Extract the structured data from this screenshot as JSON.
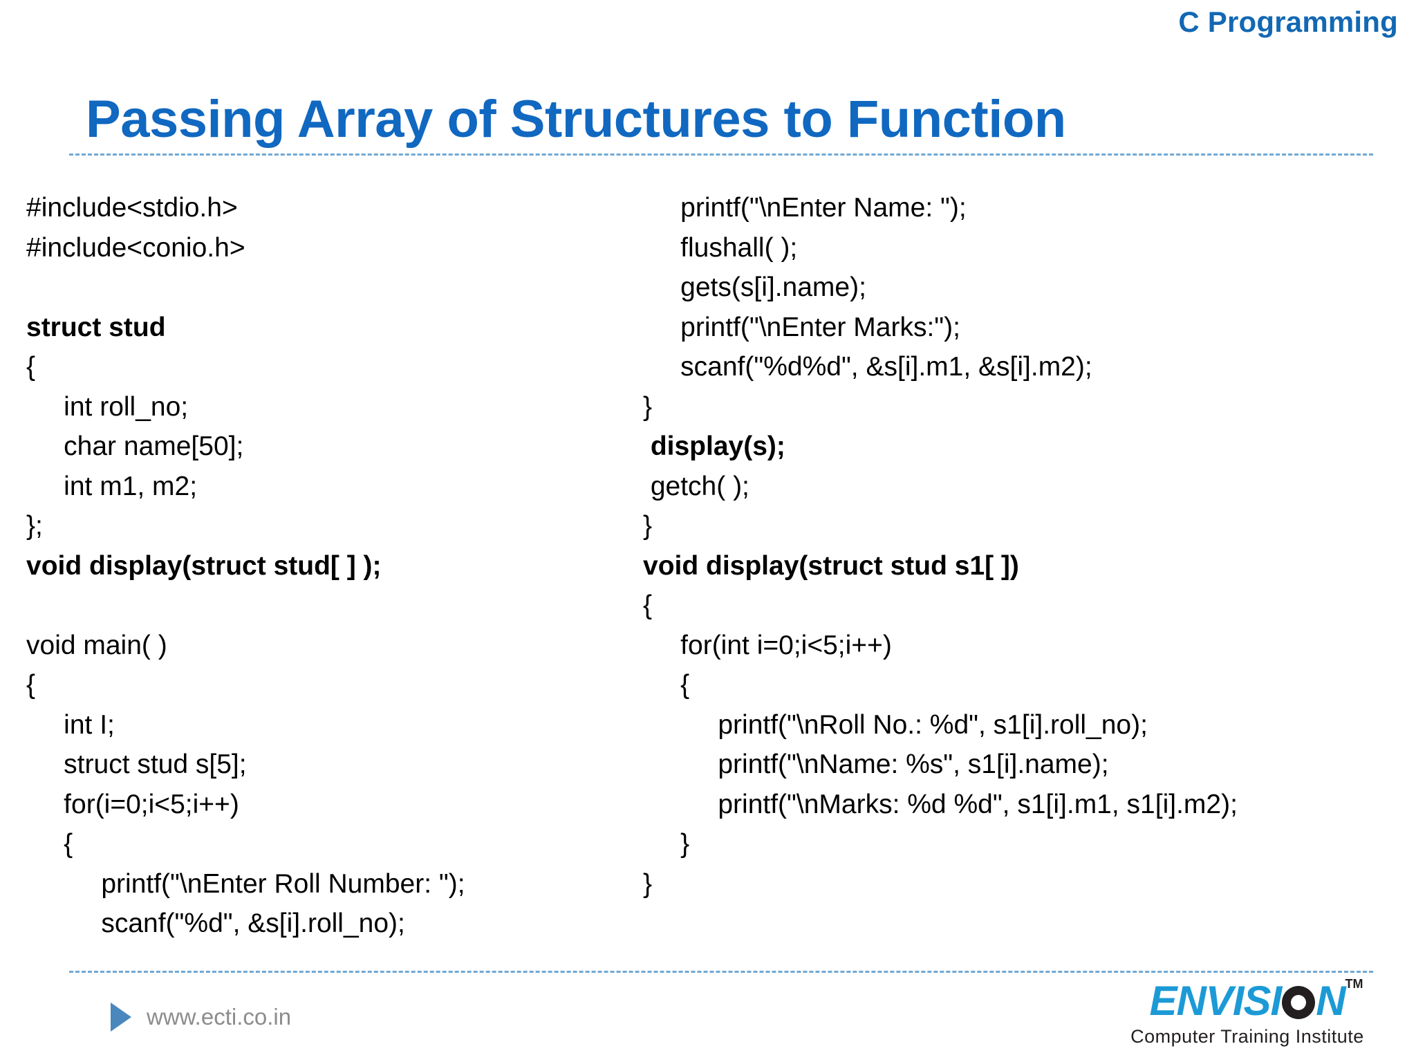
{
  "header": {
    "course_tag": "C Programming",
    "title": "Passing Array of Structures to Function",
    "accent_color": "#1268B3",
    "title_color": "#1068C0"
  },
  "code": {
    "left_column": [
      {
        "text": "#include<stdio.h>",
        "bold": false
      },
      {
        "text": "#include<conio.h>",
        "bold": false
      },
      {
        "text": "",
        "bold": false
      },
      {
        "text": "struct stud",
        "bold": true
      },
      {
        "text": "{",
        "bold": false
      },
      {
        "text": "     int roll_no;",
        "bold": false
      },
      {
        "text": "     char name[50];",
        "bold": false
      },
      {
        "text": "     int m1, m2;",
        "bold": false
      },
      {
        "text": "};",
        "bold": false
      },
      {
        "text": "void display(struct stud[ ] );",
        "bold": true
      },
      {
        "text": "",
        "bold": false
      },
      {
        "text": "void main( )",
        "bold": false
      },
      {
        "text": "{",
        "bold": false
      },
      {
        "text": "     int I;",
        "bold": false
      },
      {
        "text": "     struct stud s[5];",
        "bold": false
      },
      {
        "text": "     for(i=0;i<5;i++)",
        "bold": false
      },
      {
        "text": "     {",
        "bold": false
      },
      {
        "text": "          printf(\"\\nEnter Roll Number: \");",
        "bold": false
      },
      {
        "text": "          scanf(\"%d\", &s[i].roll_no);",
        "bold": false
      }
    ],
    "right_column": [
      {
        "text": "     printf(\"\\nEnter Name: \");",
        "bold": false
      },
      {
        "text": "     flushall( );",
        "bold": false
      },
      {
        "text": "     gets(s[i].name);",
        "bold": false
      },
      {
        "text": "     printf(\"\\nEnter Marks:\");",
        "bold": false
      },
      {
        "text": "     scanf(\"%d%d\", &s[i].m1, &s[i].m2);",
        "bold": false
      },
      {
        "text": "}",
        "bold": false
      },
      {
        "text": " display(s);",
        "bold": true
      },
      {
        "text": " getch( );",
        "bold": false
      },
      {
        "text": "}",
        "bold": false
      },
      {
        "text": "void display(struct stud s1[ ])",
        "bold": true
      },
      {
        "text": "{",
        "bold": false
      },
      {
        "text": "     for(int i=0;i<5;i++)",
        "bold": false
      },
      {
        "text": "     {",
        "bold": false
      },
      {
        "text": "          printf(\"\\nRoll No.: %d\", s1[i].roll_no);",
        "bold": false
      },
      {
        "text": "          printf(\"\\nName: %s\", s1[i].name);",
        "bold": false
      },
      {
        "text": "          printf(\"\\nMarks: %d %d\", s1[i].m1, s1[i].m2);",
        "bold": false
      },
      {
        "text": "     }",
        "bold": false
      },
      {
        "text": "}",
        "bold": false
      }
    ]
  },
  "footer": {
    "url": "www.ecti.co.in",
    "url_color": "#8C8C8C",
    "bullet_icon": "play-triangle-icon",
    "bullet_color": "#4A87BC"
  },
  "logo": {
    "word_part1": "ENVISI",
    "word_o": "O",
    "word_part2": "N",
    "trademark": "TM",
    "tagline": "Computer Training Institute",
    "brand_color": "#1C9AD6",
    "ring_color": "#231F20"
  }
}
